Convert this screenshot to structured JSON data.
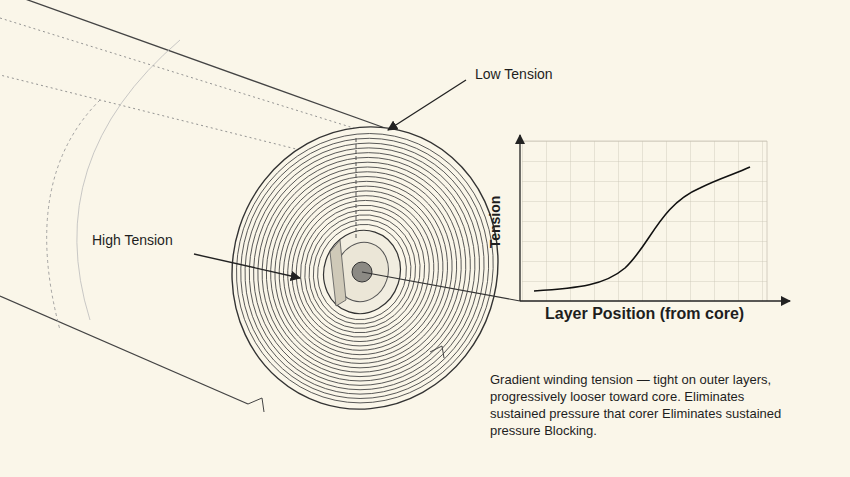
{
  "diagram": {
    "labels": [
      "Low Tension",
      "High Tension",
      "Tension",
      "Layer Position (from core)",
      "Gradient winding tension — tight on outer layers, progressively looser toward core. Eliminates sustained pressure that corer Eliminates sustained pressure Blocking."
    ]
  }
}
